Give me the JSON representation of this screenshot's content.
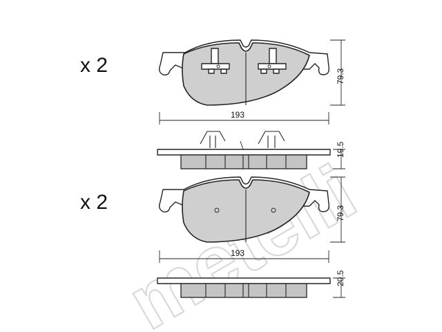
{
  "watermark": {
    "text": "metelli"
  },
  "labels": {
    "qty_top": "x 2",
    "qty_bottom": "x 2"
  },
  "dimensions": {
    "top_width": "193",
    "top_height": "79.3",
    "top_thickness": "19.5",
    "bottom_width": "193",
    "bottom_height": "79.3",
    "bottom_thickness": "20.5"
  },
  "colors": {
    "friction_material": "#cfcfcf",
    "outline": "#222222",
    "watermark": "#d9d9d9"
  }
}
